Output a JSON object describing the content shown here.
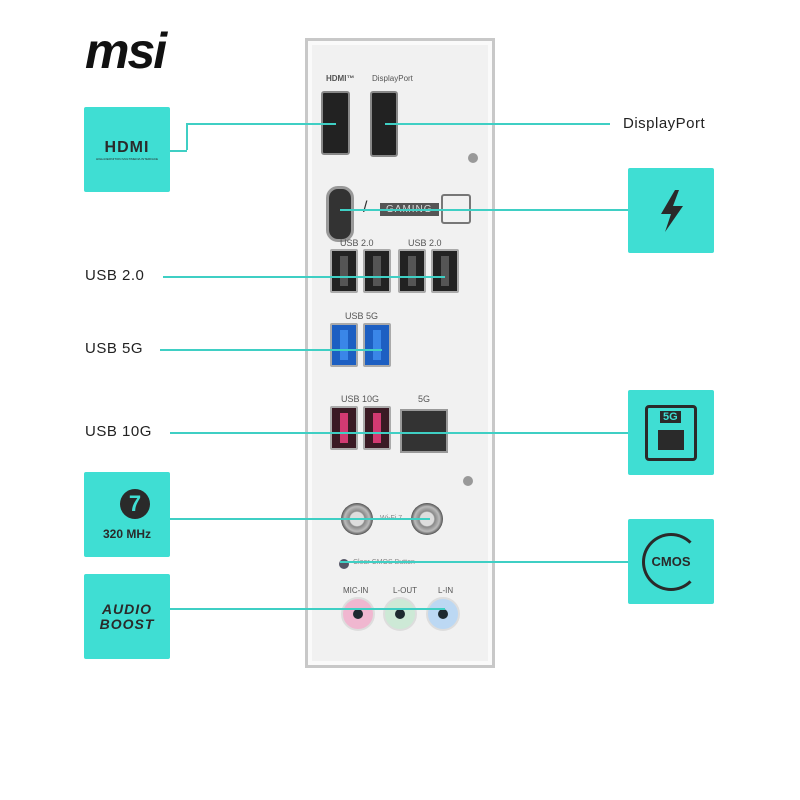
{
  "brand": "msi",
  "left_labels": {
    "usb20": "USB 2.0",
    "usb5g": "USB 5G",
    "usb10g": "USB 10G"
  },
  "right_labels": {
    "displayport": "DisplayPort"
  },
  "badges": {
    "hdmi": "HDMI",
    "hdmi_sub": "HIGH-DEFINITION MULTIMEDIA INTERFACE",
    "wifi_num": "7",
    "wifi_mhz": "320 MHz",
    "audio": "AUDIO BOOST",
    "lan": "5G",
    "cmos": "CMOS"
  },
  "panel": {
    "hdmi": "HDMI™",
    "displayport": "DisplayPort",
    "gaming": "GAMING",
    "usb20_a": "USB 2.0",
    "usb20_b": "USB 2.0",
    "usb5g": "USB 5G",
    "usb10g": "USB 10G",
    "lan": "5G",
    "wifi": "Wi-Fi 7",
    "cmos": "Clear CMOS Button",
    "mic": "MIC-IN",
    "lout": "L-OUT",
    "lin": "L-IN"
  },
  "colors": {
    "accent": "#3fded3"
  }
}
